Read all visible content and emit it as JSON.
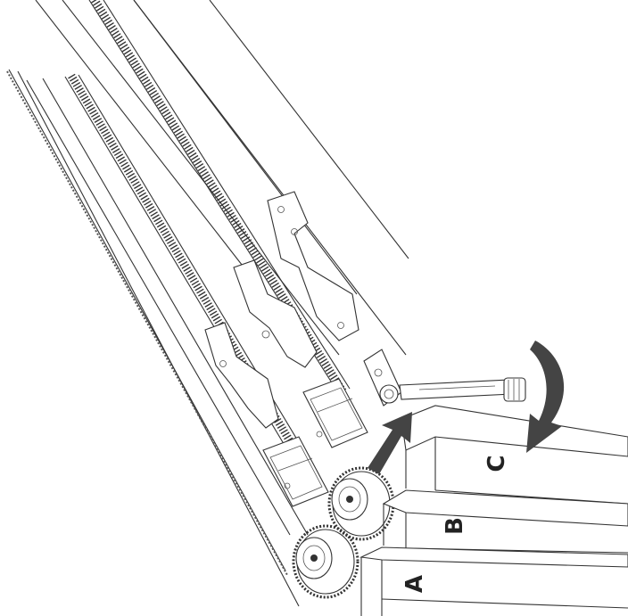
{
  "figure": {
    "labels": {
      "a": "A",
      "b": "B",
      "c": "C"
    },
    "colors": {
      "line": "#333333",
      "arrow": "#444444",
      "background": "#ffffff"
    },
    "icons": [
      "push-arrow-icon",
      "rotate-arrow-icon"
    ]
  }
}
